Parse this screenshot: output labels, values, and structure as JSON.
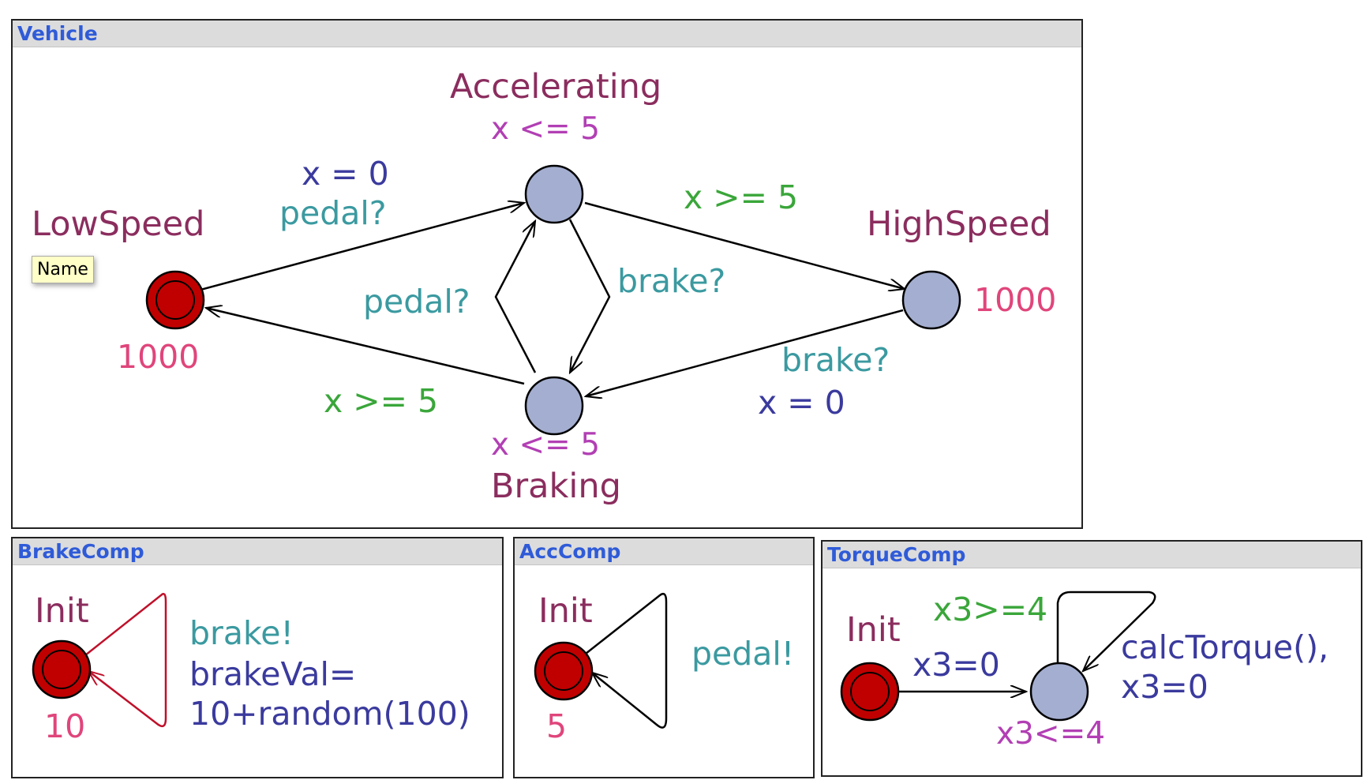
{
  "panels": {
    "vehicle": {
      "title": "Vehicle"
    },
    "brakecomp": {
      "title": "BrakeComp"
    },
    "acccomp": {
      "title": "AccComp"
    },
    "torquecomp": {
      "title": "TorqueComp"
    }
  },
  "vehicle": {
    "locations": {
      "lowspeed": {
        "name": "LowSpeed",
        "rate": "1000"
      },
      "accelerating": {
        "name": "Accelerating",
        "invariant": "x <= 5"
      },
      "highspeed": {
        "name": "HighSpeed",
        "rate": "1000"
      },
      "braking": {
        "name": "Braking",
        "invariant": "x <= 5"
      }
    },
    "edges": {
      "low_to_acc": {
        "assign": "x = 0",
        "sync": "pedal?"
      },
      "acc_to_high": {
        "guard": "x >= 5"
      },
      "acc_to_brake": {
        "sync": "brake?"
      },
      "brake_to_acc": {
        "sync": "pedal?"
      },
      "high_to_brake": {
        "sync": "brake?",
        "assign": "x = 0"
      },
      "brake_to_low": {
        "guard": "x >= 5"
      }
    },
    "tooltip": "Name"
  },
  "brakecomp": {
    "init_name": "Init",
    "rate": "10",
    "sync": "brake!",
    "assign_line1": "brakeVal=",
    "assign_line2": "10+random(100)"
  },
  "acccomp": {
    "init_name": "Init",
    "rate": "5",
    "sync": "pedal!"
  },
  "torquecomp": {
    "init_name": "Init",
    "edge_assign": "x3=0",
    "loop_guard": "x3>=4",
    "loop_assign_line1": "calcTorque(),",
    "loop_assign_line2": "x3=0",
    "invariant": "x3<=4"
  },
  "colors": {
    "initial_location": "#c00000",
    "location": "#a4aed0",
    "panel_title": "#2f5bd8",
    "brake_loop_edge": "#c0102a"
  }
}
